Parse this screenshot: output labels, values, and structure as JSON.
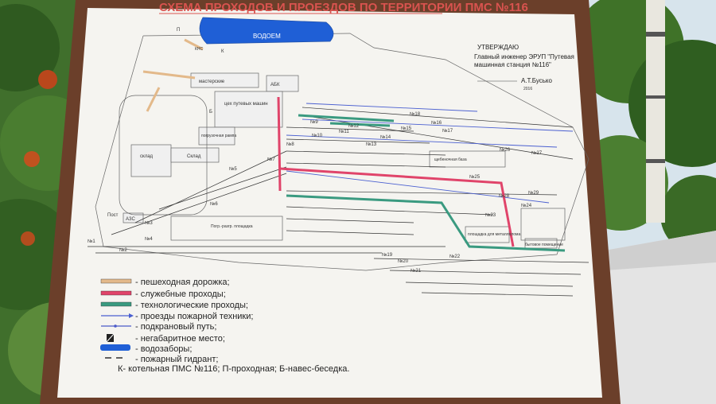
{
  "board": {
    "title": "СХЕМА ПРОХОДОВ И ПРОЕЗДОВ ПО ТЕРРИТОРИИ ПМС №116",
    "approval": {
      "heading": "УТВЕРЖДАЮ",
      "line1": "Главный инженер ЭРУП \"Путевая",
      "line2": "машинная станция №116\"",
      "signature": "А.Т.Бусько",
      "year": "2016"
    },
    "map_labels": {
      "pond": "ВОДОЕМ",
      "workshop_machines": "цех путевых машин",
      "workshops": "мастерские",
      "abk": "АБК",
      "warehouse": "склад",
      "storage": "Склад",
      "gantry": "погрузочная рампа",
      "crushed_stone": "щебеночная база",
      "assembly": "площадка для металлолома",
      "household": "бытовое помещение",
      "fuel": "АЗС",
      "post": "Пост",
      "loading_area": "Погр.-разгр. площадка",
      "sign_k": "К",
      "sign_p": "П",
      "sign_b": "Б",
      "sign_ks": "КНС"
    },
    "track_labels": [
      "№1",
      "№2",
      "№3",
      "№4",
      "№5",
      "№6",
      "№7",
      "№8",
      "№9",
      "№10",
      "№11",
      "№12",
      "№13",
      "№14",
      "№15",
      "№16",
      "№17",
      "№18",
      "№19",
      "№20",
      "№21",
      "№22",
      "№23",
      "№24",
      "№25",
      "№26",
      "№27",
      "№28",
      "№29"
    ],
    "legend": [
      {
        "label": "- пешеходная дорожка;",
        "kind": "pedestrian",
        "color": "#e3b98a"
      },
      {
        "label": "- служебные проходы;",
        "kind": "service",
        "color": "#e0446a"
      },
      {
        "label": "- технологические проходы;",
        "kind": "tech",
        "color": "#3a9a80"
      },
      {
        "label": "- проезды пожарной техники;",
        "kind": "fire-route",
        "color": "#4a5fd0"
      },
      {
        "label": "- подкрановый путь;",
        "kind": "crane",
        "color": "#4b5ac8"
      },
      {
        "label": "- негабаритное место;",
        "kind": "oversize",
        "color": "#222222"
      },
      {
        "label": "- водозаборы;",
        "kind": "water",
        "color": "#1f5fd6"
      },
      {
        "label": "- пожарный гидрант;",
        "kind": "hydrant",
        "color": "#222222"
      }
    ],
    "footnote": "К- котельная ПМС №116;  П-проходная;  Б-навес-беседка."
  },
  "colors": {
    "frame": "#6b3f2a",
    "board": "#f5f4f0",
    "sky": "#dce8ef",
    "foliage": "#3b6e28",
    "wall": "#e6e6e6"
  }
}
